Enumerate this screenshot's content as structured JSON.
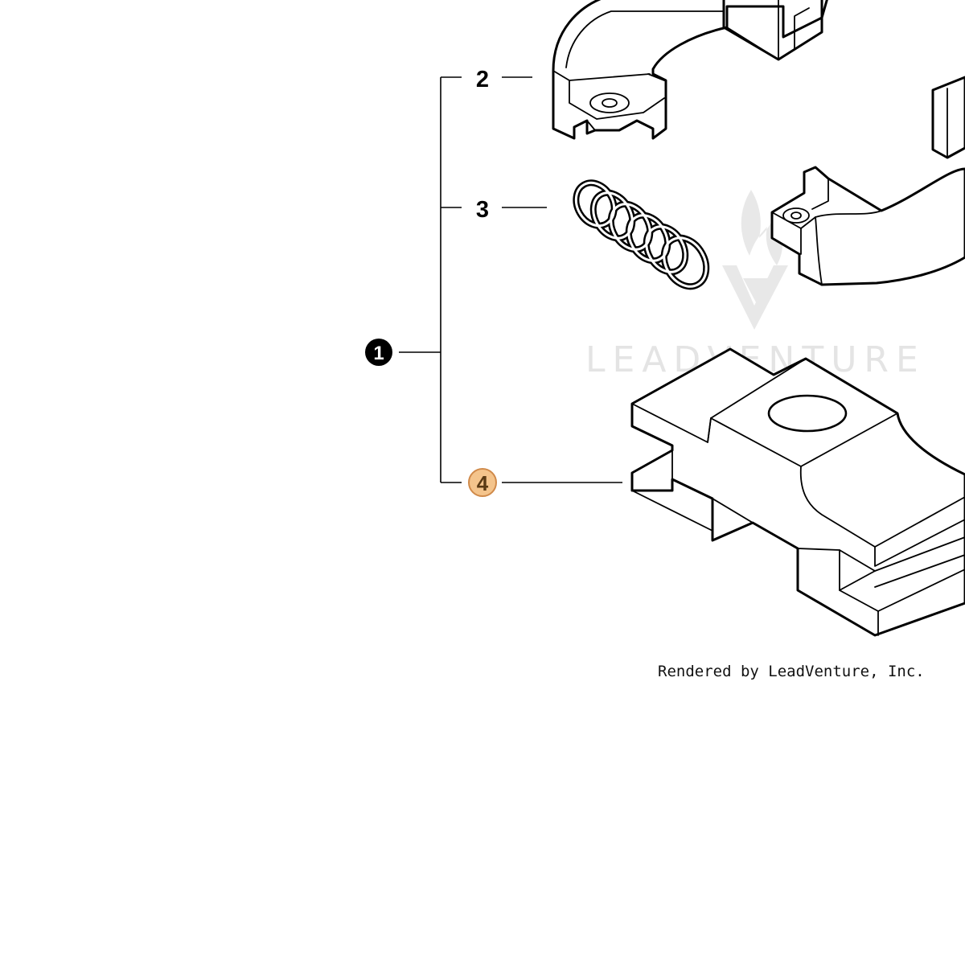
{
  "diagram": {
    "assembly_callout": "1",
    "callouts": [
      {
        "label": "2",
        "highlighted": false
      },
      {
        "label": "3",
        "highlighted": false
      },
      {
        "label": "4",
        "highlighted": true
      }
    ],
    "highlight_color": "#f4c48c",
    "highlight_stroke": "#d08a4a",
    "watermark": "LEADVENTURE",
    "credit": "Rendered by LeadVenture, Inc."
  }
}
